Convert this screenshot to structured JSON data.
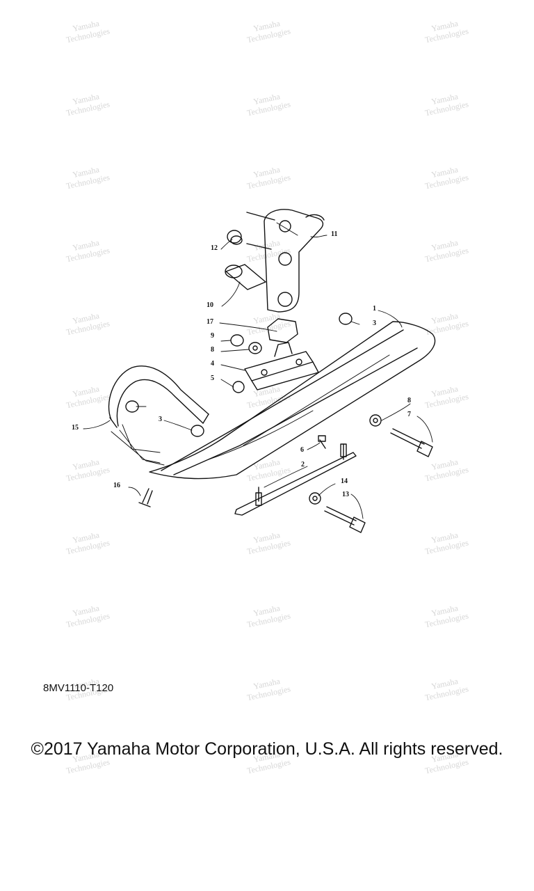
{
  "watermark": {
    "line1": "Yamaha",
    "line2": "Technologies"
  },
  "diagram": {
    "code": "8MV1110-T120",
    "copyright": "©2017 Yamaha Motor Corporation, U.S.A. All rights reserved.",
    "callouts": [
      "1",
      "2",
      "3",
      "3",
      "4",
      "5",
      "6",
      "7",
      "8",
      "8",
      "9",
      "10",
      "11",
      "12",
      "13",
      "14",
      "15",
      "16",
      "17"
    ]
  }
}
